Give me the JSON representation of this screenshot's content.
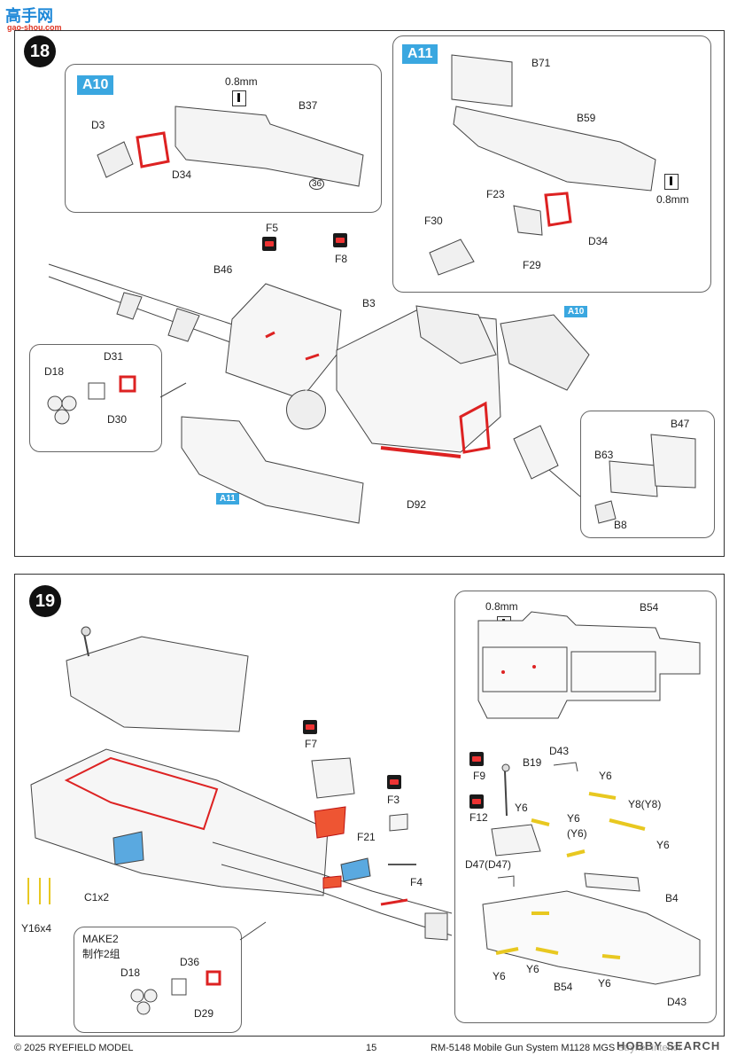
{
  "watermark": {
    "top_left_logo": "高手网",
    "top_left_url": "gao-shou.com",
    "bottom_right": "HOBBY SEARCH"
  },
  "step18": {
    "number": "18",
    "a10": {
      "tag": "A10",
      "drill": "0.8mm",
      "parts": [
        "D3",
        "D34",
        "B37",
        "36"
      ]
    },
    "a11": {
      "tag": "A11",
      "drill": "0.8mm",
      "parts": [
        "B71",
        "B59",
        "F23",
        "F30",
        "D34",
        "F29"
      ]
    },
    "main_parts": [
      "F5",
      "F8",
      "B46",
      "B3",
      "D31",
      "D18",
      "D30",
      "D92",
      "B47",
      "B63",
      "B8"
    ],
    "callout_tags": [
      "A10",
      "A11"
    ]
  },
  "step19": {
    "number": "19",
    "parts": [
      "F7",
      "F21",
      "F3",
      "F4",
      "C1x2",
      "Y16x4"
    ],
    "make2": {
      "en": "MAKE2",
      "cn": "制作2组",
      "parts": [
        "D36",
        "D18",
        "D29"
      ]
    },
    "b54_box": {
      "drill": "0.8mm",
      "parts": [
        "B54",
        "F9",
        "B19",
        "D43",
        "F12",
        "Y6",
        "Y6",
        "Y6",
        "(Y6)",
        "Y8(Y8)",
        "Y6",
        "D47(D47)",
        "B4",
        "Y6",
        "Y6",
        "B54",
        "Y6",
        "D43"
      ]
    }
  },
  "footer": {
    "copyright": "© 2025 RYEFIELD MODEL",
    "page": "15",
    "product": "RM-5148 Mobile Gun System M1128 MGS Stryker Interior"
  }
}
